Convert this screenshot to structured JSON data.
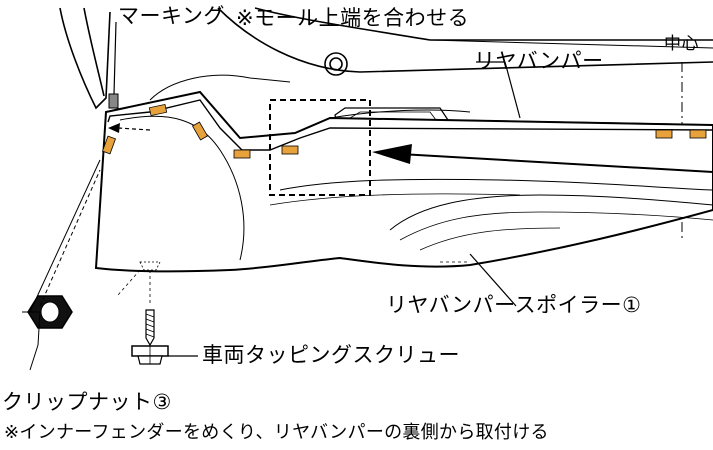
{
  "labels": {
    "marking": "マーキング",
    "mold_note": "※モール上端を合わせる",
    "center": "中心",
    "rear_bumper": "リヤバンパー",
    "rear_bumper_spoiler": "リヤバンパースポイラー①",
    "tapping_screw": "車両タッピングスクリュー",
    "clip_nut": "クリップナット③",
    "install_note": "※インナーフェンダーをめくり、リヤバンパーの裏側から取付ける"
  }
}
